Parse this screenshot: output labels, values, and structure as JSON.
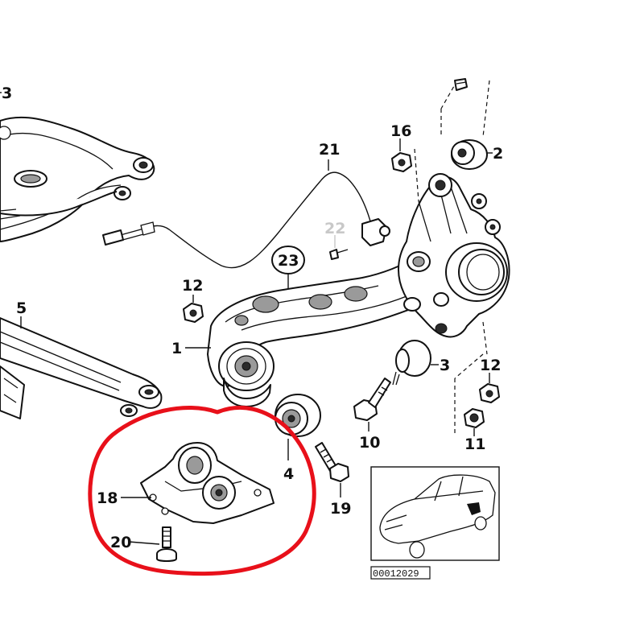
{
  "diagram": {
    "labels": {
      "l1": "1",
      "l2": "2",
      "l3": "3",
      "l3top": "3",
      "l4": "4",
      "l5": "5",
      "l10": "10",
      "l11": "11",
      "l12a": "12",
      "l12b": "12",
      "l16": "16",
      "l18": "18",
      "l19": "19",
      "l20": "20",
      "l21": "21",
      "l22": "22",
      "l23": "23"
    },
    "inset": {
      "code": "00012029"
    },
    "highlight": {
      "color": "#e8101a"
    }
  }
}
